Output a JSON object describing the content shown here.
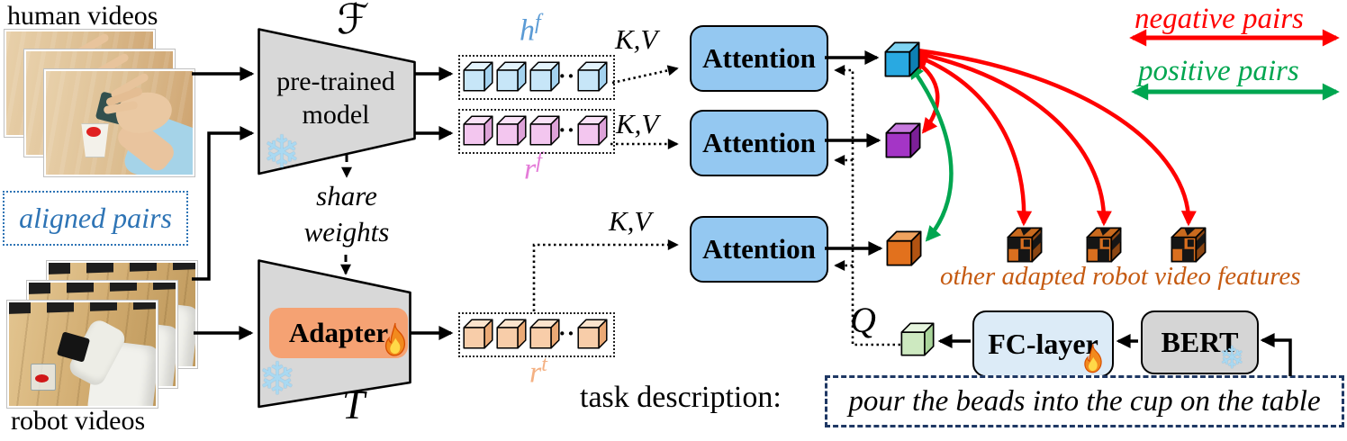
{
  "labels": {
    "human_videos": "human videos",
    "robot_videos": "robot videos",
    "aligned_pairs": "aligned pairs",
    "share_weights_line1": "share",
    "share_weights_line2": "weights",
    "f_symbol": "ℱ",
    "t_symbol": "T",
    "kv": "K,V",
    "q": "Q",
    "task_description": "task description:",
    "task_text": "pour the beads into the cup on the table",
    "other_features": "other adapted robot video features"
  },
  "blocks": {
    "pretrained_line1": "pre-trained",
    "pretrained_line2": "model",
    "adapter": "Adapter",
    "attention": "Attention",
    "fc_layer": "FC-layer",
    "bert": "BERT"
  },
  "tokens": {
    "hf_base": "h",
    "hf_sup": "f",
    "rf_base": "r",
    "rf_sup": "f",
    "rt_base": "r",
    "rt_sup": "t",
    "ellipsis": "··"
  },
  "legend": {
    "negative": "negative pairs",
    "positive": "positive pairs"
  },
  "colors": {
    "negative": "#ff0000",
    "positive": "#00a650",
    "attention_fill": "#94c8f1",
    "fc_fill": "#dcebf7",
    "bert_fill": "#d5d5d5",
    "adapter_fill": "#f5a273",
    "hf_label": "#5b9bd5",
    "rf_label": "#e47bd8",
    "rt_label": "#f4b183",
    "other_features": "#c55a11",
    "aligned_pairs": "#2e74b5",
    "task_box_border": "#1f3864"
  }
}
